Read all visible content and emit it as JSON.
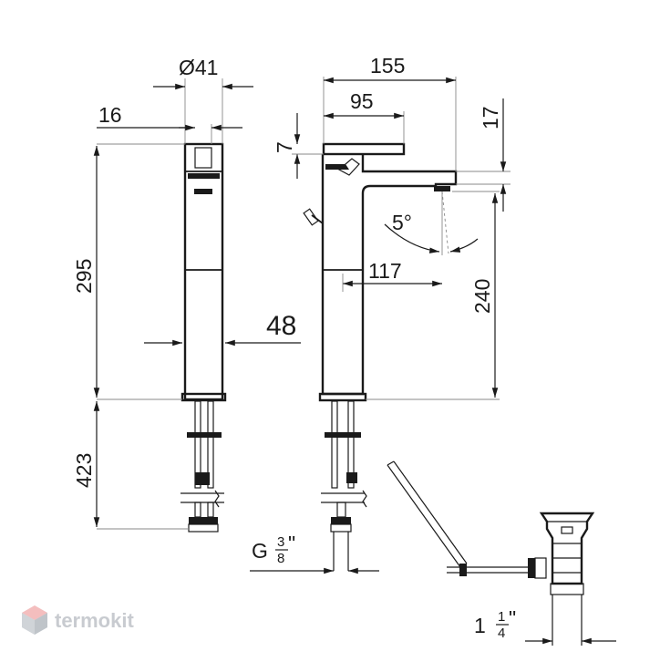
{
  "dimensions": {
    "diameter": "Ø41",
    "width_16": "16",
    "height_295": "295",
    "width_48": "48",
    "height_423": "423",
    "length_155": "155",
    "length_95": "95",
    "height_17": "17",
    "height_7": "7",
    "angle": "5°",
    "length_117": "117",
    "height_240": "240",
    "thread_g": "G",
    "thread_num": "3",
    "thread_den": "8",
    "thread_inch": "\"",
    "waste_whole": "1",
    "waste_num": "1",
    "waste_den": "4",
    "waste_inch": "\""
  },
  "brand": {
    "name": "termokit",
    "color": "#bfc3c8",
    "accent": "#f0a8a8"
  }
}
